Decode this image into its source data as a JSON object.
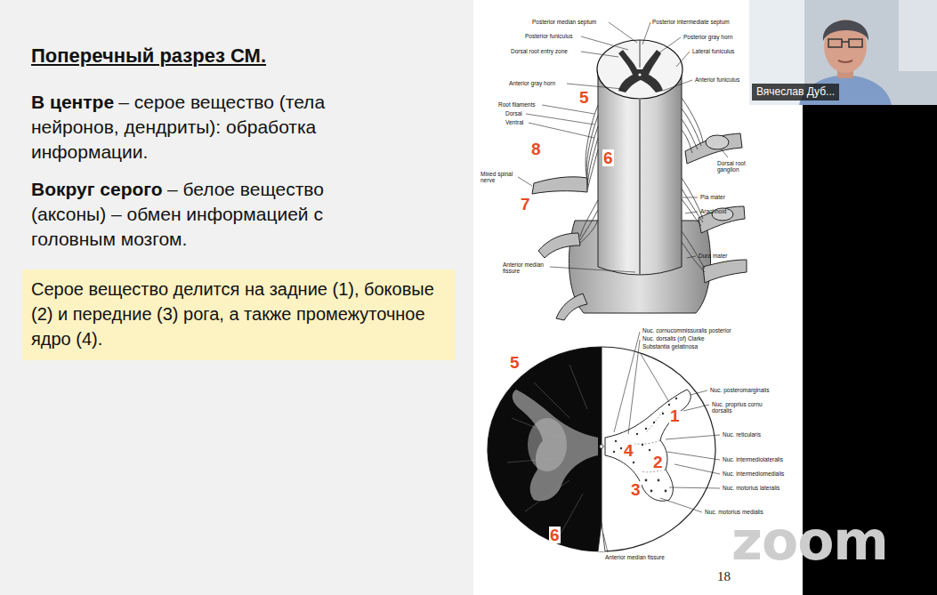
{
  "diagram": {
    "title": "Поперечный разрез СМ.",
    "nodes": [
      {
        "text": [
          "Серое вещество делится на задние (1), боковые (2) и передние (3) рога, а также промежуточное ядро (4)."
        ]
      },
      {
        "text": [
          "Вячеслав Дуб..."
        ]
      }
    ],
    "labels": [
      "В центре",
      "– серое вещество (тела нейронов, дендриты): обработка информации.",
      "Вокруг серого",
      "– белое вещество (аксоны) – обмен информацией с головным мозгом.",
      "Posterior median septum",
      "Posterior intermediate septum",
      "Posterior funiculus",
      "Posterior gray horn",
      "Dorsal root entry zone",
      "Lateral funiculus",
      "Anterior gray horn",
      "Anterior funiculus",
      "Root filaments",
      "Dorsal",
      "Ventral",
      "Dorsal root ganglion",
      "Pia mater",
      "Arachnoid",
      "Mixed spinal nerve",
      "Dura mater",
      "Anterior median fissure",
      "5",
      "6",
      "8",
      "7",
      "Nuc. cornucommissuralis posterior",
      "Nuc. dorsalis (of) Clarke",
      "Substantia gelatinosa",
      "Nuc. posteromarginalis",
      "Nuc. proprius cornu dorsalis",
      "Nuc. reticularis",
      "Nuc. intermediolateralis",
      "Nuc. intermediomedialis",
      "Nuc. motorius lateralis",
      "Nuc. motorius medialis",
      "Anterior median fissure",
      "5",
      "1",
      "4",
      "2",
      "3",
      "6",
      "18",
      "zoom"
    ]
  }
}
